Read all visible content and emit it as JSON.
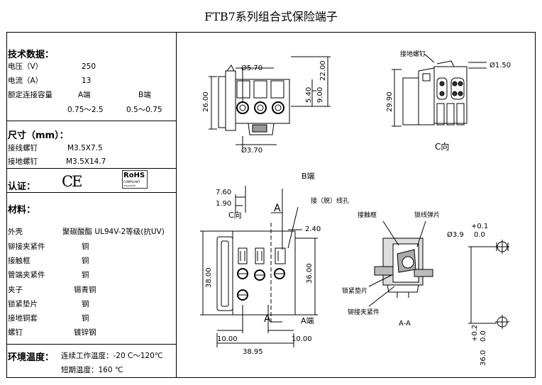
{
  "title": "FTB7系列组合式保险端子",
  "specs": {
    "heading": "技术数据：",
    "voltage": {
      "label": "电压（V）",
      "value": "250"
    },
    "current": {
      "label": "电流（A）",
      "value": "13"
    },
    "capacity": {
      "label": "额定连接容量",
      "a_label": "A端",
      "b_label": "B端",
      "a_value": "0.75～2.5",
      "b_value": "0.5～0.75"
    }
  },
  "size": {
    "heading": "尺寸（mm）：",
    "wire_screw": {
      "label": "接线螺钉",
      "value": "M3.5X7.5"
    },
    "ground_screw": {
      "label": "接地螺钉",
      "value": "M3.5X14.7"
    }
  },
  "cert": {
    "heading": "认证：",
    "ce": "CE",
    "rohs": "RoHS",
    "rohs_sub": "COMPLIANT",
    "rohs_sub2": "2002/95/EC"
  },
  "materials": {
    "heading": "材料：",
    "items": [
      {
        "label": "外壳",
        "value": "聚碳酸酯 UL94V-2等级(抗UV)"
      },
      {
        "label": "铆接夹紧件",
        "value": "铜"
      },
      {
        "label": "接触框",
        "value": "铜"
      },
      {
        "label": "管端夹紧件",
        "value": "铜"
      },
      {
        "label": "夹子",
        "value": "锡青铜"
      },
      {
        "label": "锁紧垫片",
        "value": "钢"
      },
      {
        "label": "接地铜套",
        "value": "铜"
      },
      {
        "label": "螺钉",
        "value": "镀锌钢"
      }
    ]
  },
  "environment": {
    "heading": "环境温度：",
    "working": "连续工作温度：-20 C～120℃",
    "short": "短期温度：160 ℃"
  },
  "drawing": {
    "top_left": {
      "d570": "Ø5.70",
      "d370": "Ø3.70",
      "h26": "26.00",
      "h22": "22.00",
      "h9": "9.00",
      "h540": "5.40"
    },
    "top_right": {
      "ground_screw": "接地螺钉",
      "d150": "Ø1.50",
      "h2990": "29.90",
      "view": "C向"
    },
    "bottom_left": {
      "d760": "7.60",
      "d190": "1.90",
      "c_view": "C向",
      "a_top": "A",
      "b_end": "B端",
      "hole": "接（脱）线孔",
      "d240": "2.40",
      "h38": "38.00",
      "h36": "36.00",
      "a_bottom": "A",
      "a_end": "A端",
      "w10l": "10.00",
      "w10r": "10.00",
      "w3895": "38.95"
    },
    "section": {
      "frame": "接触框",
      "spring": "锁线弹片",
      "washer": "锁紧垫片",
      "clamp": "铆接夹紧件",
      "view": "A-A"
    },
    "mount": {
      "plus01": "+0.1",
      "zero": "0.0",
      "d39": "Ø3.9",
      "plus02": "+0.2",
      "zero2": "0.0",
      "h360": "36.0"
    }
  }
}
